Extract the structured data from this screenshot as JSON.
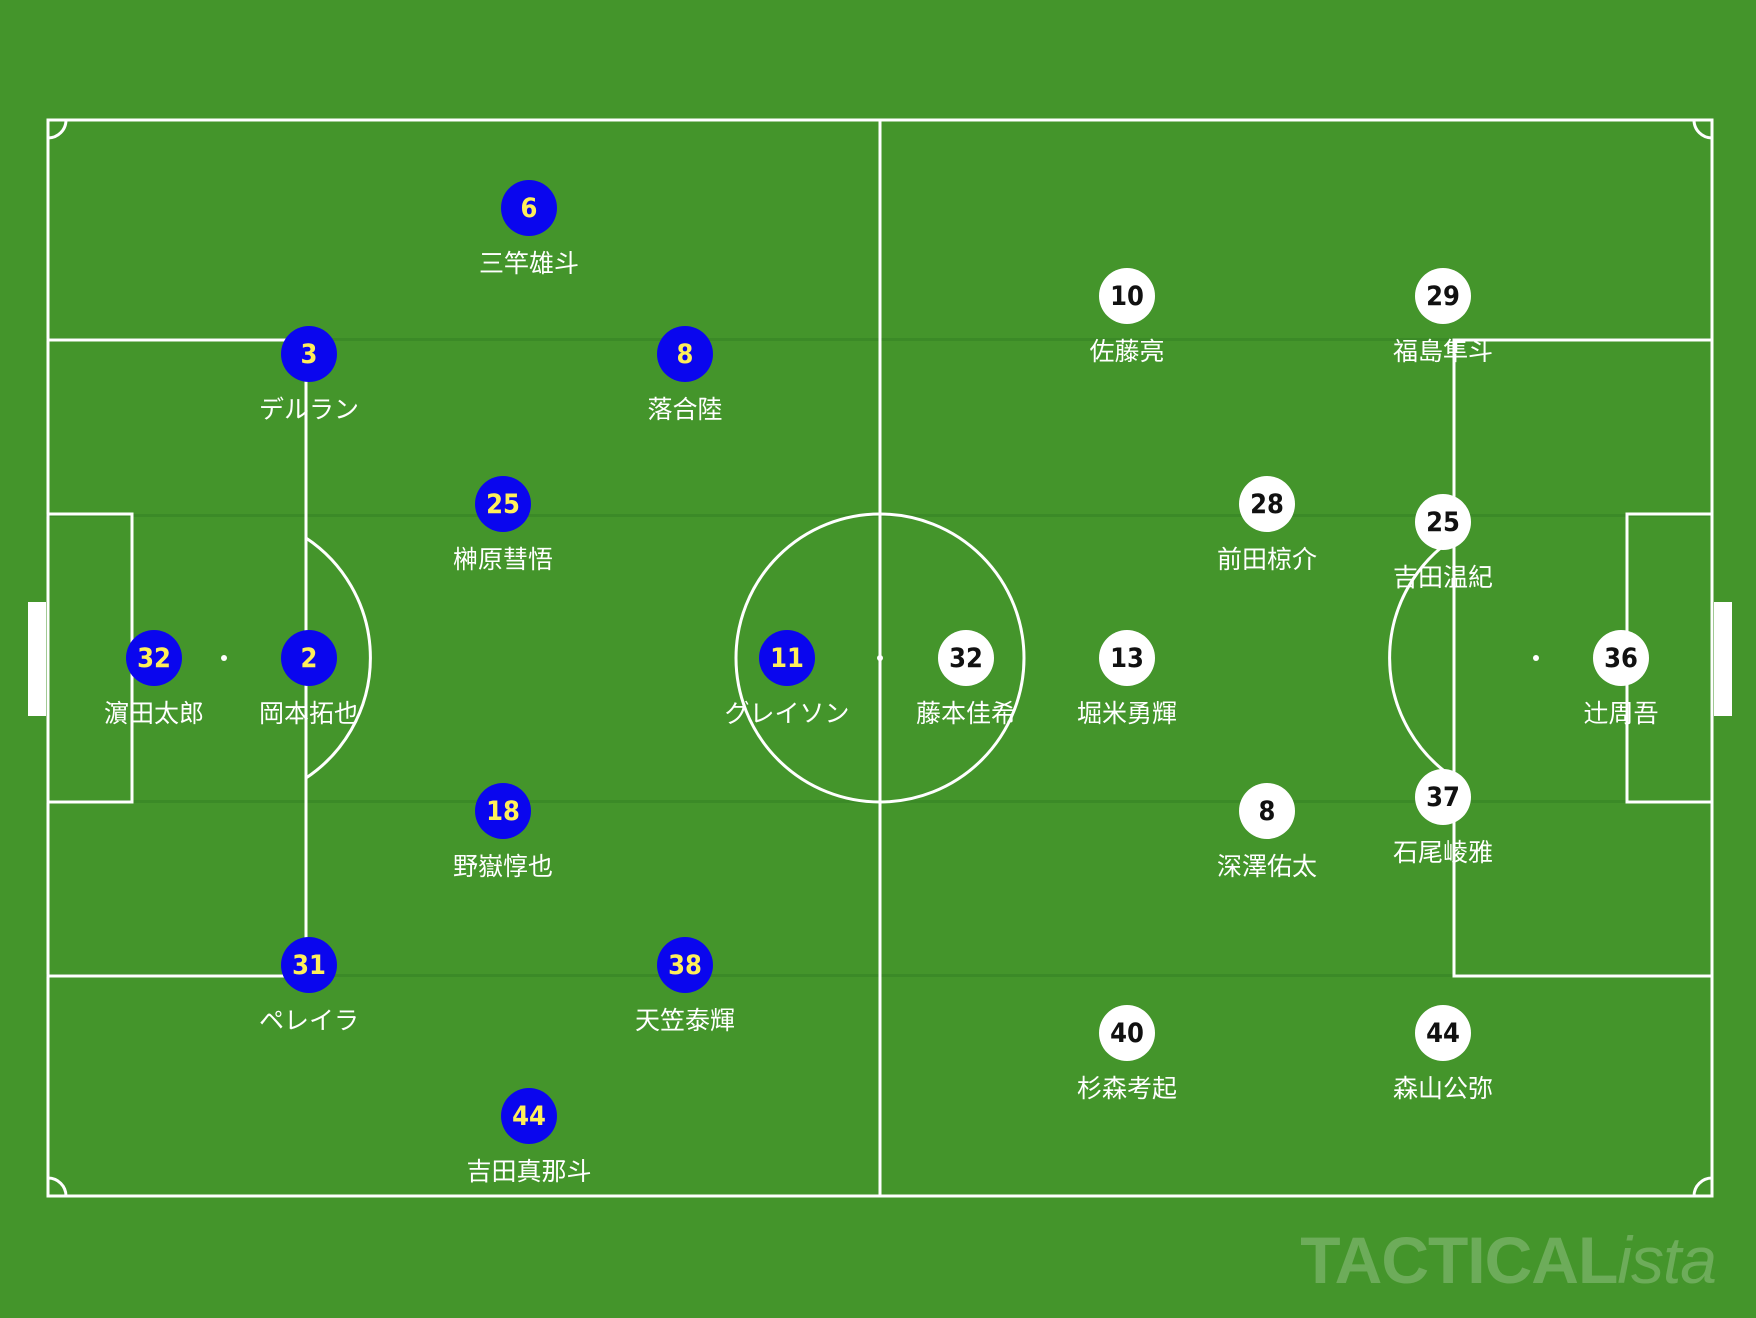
{
  "home_team": {
    "color": "#0a06ee",
    "number_color": "#ffef5a",
    "players": [
      {
        "number": "6",
        "name": "三竿雄斗"
      },
      {
        "number": "3",
        "name": "デルラン"
      },
      {
        "number": "8",
        "name": "落合陸"
      },
      {
        "number": "25",
        "name": "榊原彗悟"
      },
      {
        "number": "32",
        "name": "濵田太郎"
      },
      {
        "number": "2",
        "name": "岡本拓也"
      },
      {
        "number": "11",
        "name": "グレイソン"
      },
      {
        "number": "18",
        "name": "野嶽惇也"
      },
      {
        "number": "31",
        "name": "ペレイラ"
      },
      {
        "number": "38",
        "name": "天笠泰輝"
      },
      {
        "number": "44",
        "name": "吉田真那斗"
      }
    ]
  },
  "away_team": {
    "color": "#ffffff",
    "number_color": "#111111",
    "players": [
      {
        "number": "10",
        "name": "佐藤亮"
      },
      {
        "number": "29",
        "name": "福島隼斗"
      },
      {
        "number": "28",
        "name": "前田椋介"
      },
      {
        "number": "25",
        "name": "吉田温紀"
      },
      {
        "number": "32",
        "name": "藤本佳希"
      },
      {
        "number": "13",
        "name": "堀米勇輝"
      },
      {
        "number": "36",
        "name": "辻周吾"
      },
      {
        "number": "8",
        "name": "深澤佑太"
      },
      {
        "number": "37",
        "name": "石尾崚雅"
      },
      {
        "number": "40",
        "name": "杉森考起"
      },
      {
        "number": "44",
        "name": "森山公弥"
      }
    ]
  },
  "watermark": {
    "bold": "TACTICAL",
    "italic": "ista"
  },
  "colors": {
    "pitch": "#44952b",
    "stripe": "#3b8a27",
    "lines": "#ffffff"
  }
}
